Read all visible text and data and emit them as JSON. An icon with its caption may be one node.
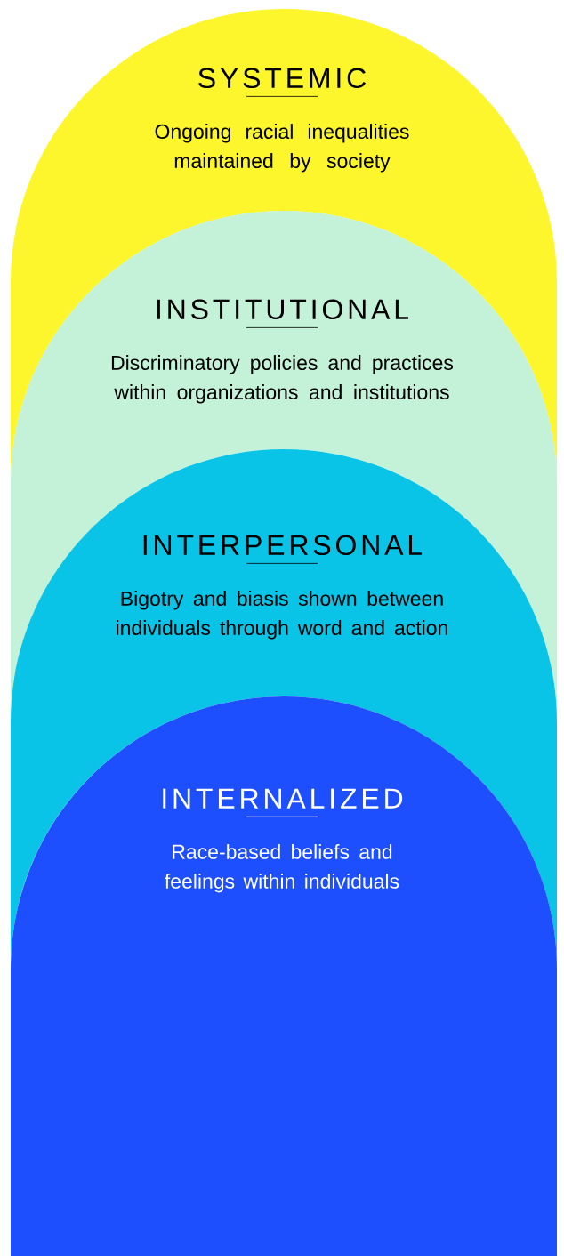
{
  "diagram": {
    "nodes": [
      {
        "text": [
          "SYSTEMIC",
          "Ongoing racial inequalities maintained by society"
        ]
      },
      {
        "text": [
          "INSTITUTIONAL",
          "Discriminatory policies and practices within organizations and institutions"
        ]
      },
      {
        "text": [
          "INTERPERSONAL",
          "Bigotry and biasis shown between individuals through word and action"
        ]
      },
      {
        "text": [
          "INTERNALIZED",
          "Race-based beliefs and feelings within individuals"
        ]
      }
    ]
  }
}
